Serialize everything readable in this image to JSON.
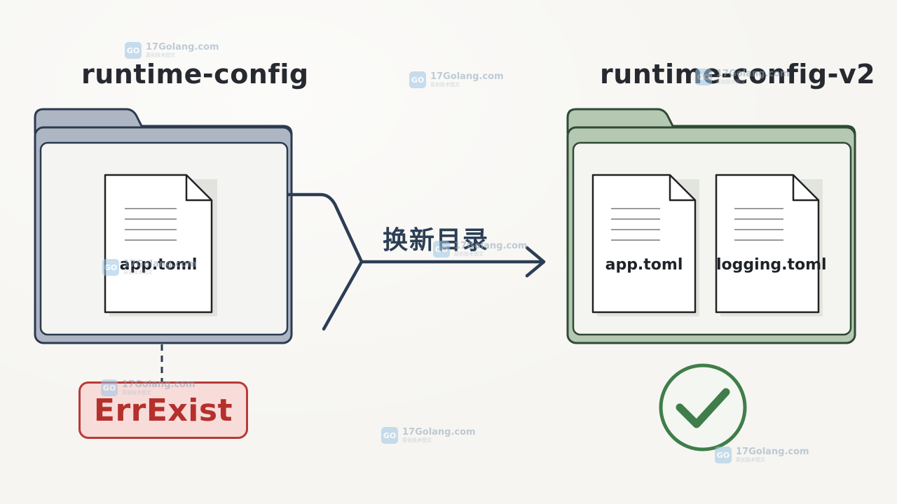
{
  "left_folder": {
    "title": "runtime-config",
    "files": [
      "app.toml"
    ]
  },
  "right_folder": {
    "title": "runtime-config-v2",
    "files": [
      "app.toml",
      "logging.toml"
    ]
  },
  "arrow": {
    "label": "换新目录"
  },
  "error": {
    "label": "ErrExist"
  },
  "status": {
    "icon": "checkmark-circle-icon"
  },
  "watermark": {
    "text": "17Golang.com",
    "subtext": "原创技术图文",
    "icon_text": "GO"
  },
  "colors": {
    "left_folder_stroke": "#2b3a50",
    "left_folder_fill": "#c9ced8",
    "right_folder_stroke": "#2e4a36",
    "right_folder_fill": "#c7d7c4",
    "arrow": "#2c3e55",
    "error_red": "#b5302c",
    "check_green": "#3f7d4a"
  }
}
